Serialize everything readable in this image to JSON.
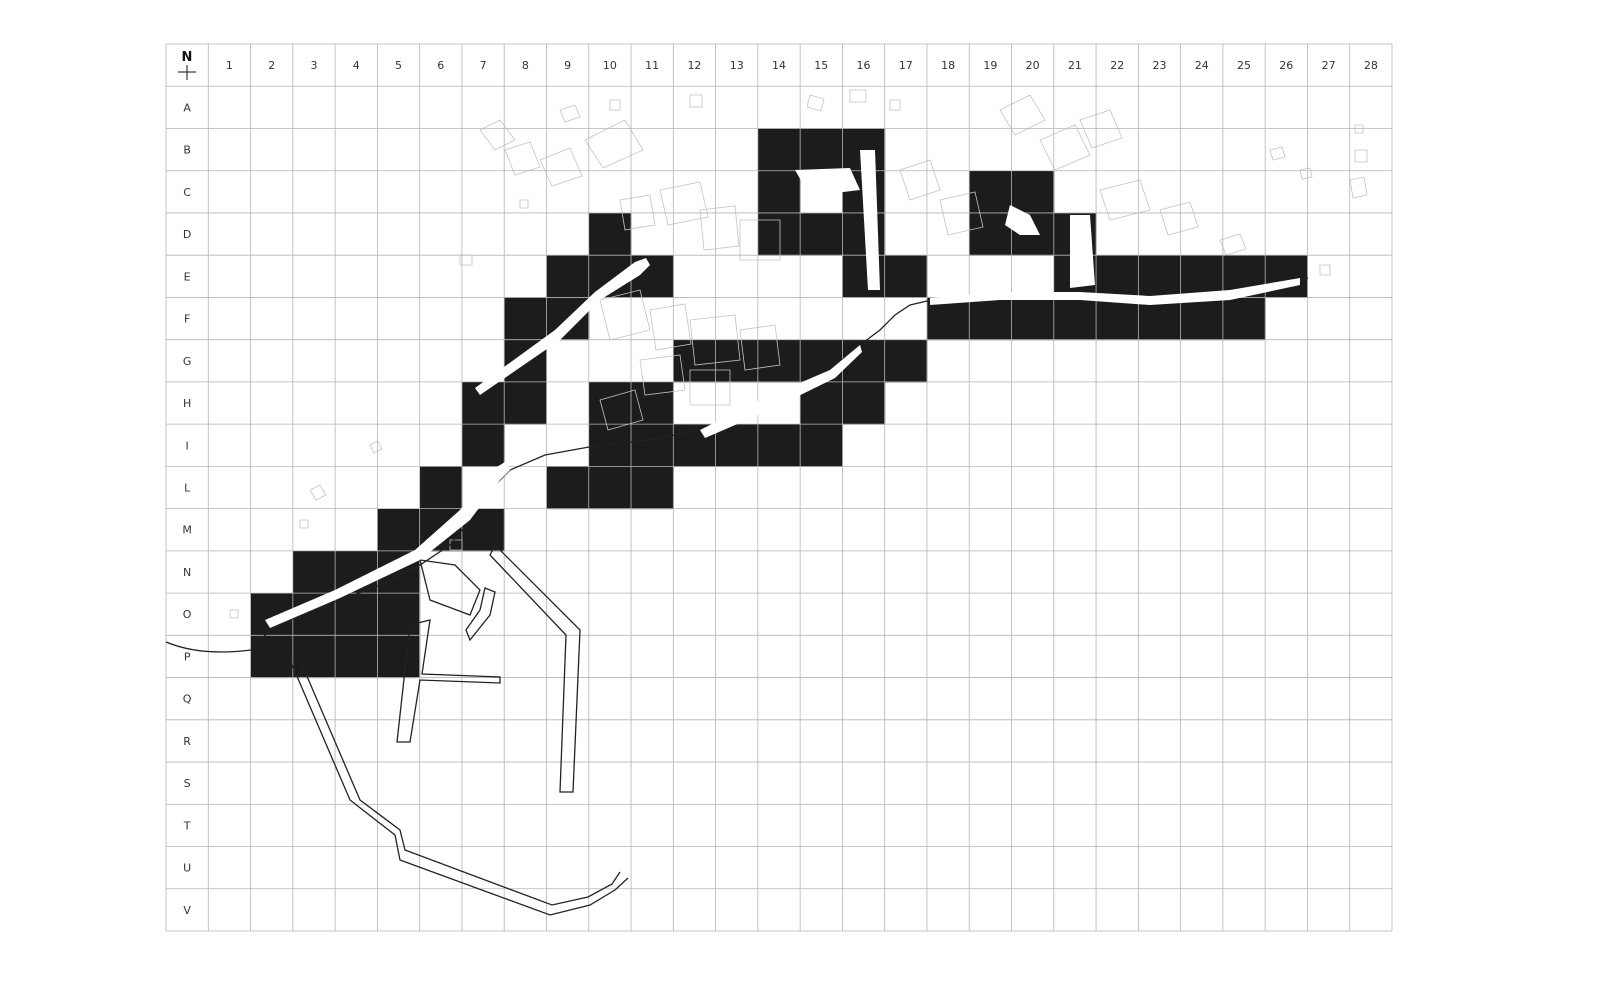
{
  "map": {
    "north_label": "N",
    "columns": [
      "1",
      "2",
      "3",
      "4",
      "5",
      "6",
      "7",
      "8",
      "9",
      "10",
      "11",
      "12",
      "13",
      "14",
      "15",
      "16",
      "17",
      "18",
      "19",
      "20",
      "21",
      "22",
      "23",
      "24",
      "25",
      "26",
      "27",
      "28"
    ],
    "rows": [
      "A",
      "B",
      "C",
      "D",
      "E",
      "F",
      "G",
      "H",
      "I",
      "L",
      "M",
      "N",
      "O",
      "P",
      "Q",
      "R",
      "S",
      "T",
      "U",
      "V"
    ],
    "filled_cells": [
      "B14",
      "B15",
      "B16",
      "C14",
      "C16",
      "C19",
      "C20",
      "D10",
      "D14",
      "D15",
      "D16",
      "D19",
      "D20",
      "D21",
      "E9",
      "E10",
      "E11",
      "E16",
      "E17",
      "E21",
      "E22",
      "E23",
      "E24",
      "E25",
      "E26",
      "F8",
      "F9",
      "F18",
      "F19",
      "F20",
      "F21",
      "F22",
      "F23",
      "F24",
      "F25",
      "G8",
      "G12",
      "G13",
      "G14",
      "G15",
      "G16",
      "G17",
      "H7",
      "H8",
      "H10",
      "H11",
      "H15",
      "H16",
      "I7",
      "I10",
      "I11",
      "I12",
      "I13",
      "I14",
      "I15",
      "L6",
      "L9",
      "L10",
      "L11",
      "M5",
      "M6",
      "M7",
      "N3",
      "N4",
      "N5",
      "O2",
      "O3",
      "O4",
      "O5",
      "P2",
      "P3",
      "P4",
      "P5"
    ],
    "colors": {
      "grid": "#b5b5b5",
      "fill": "#1c1c1c",
      "outline": "#222222",
      "building": "#c4c4c4"
    }
  }
}
